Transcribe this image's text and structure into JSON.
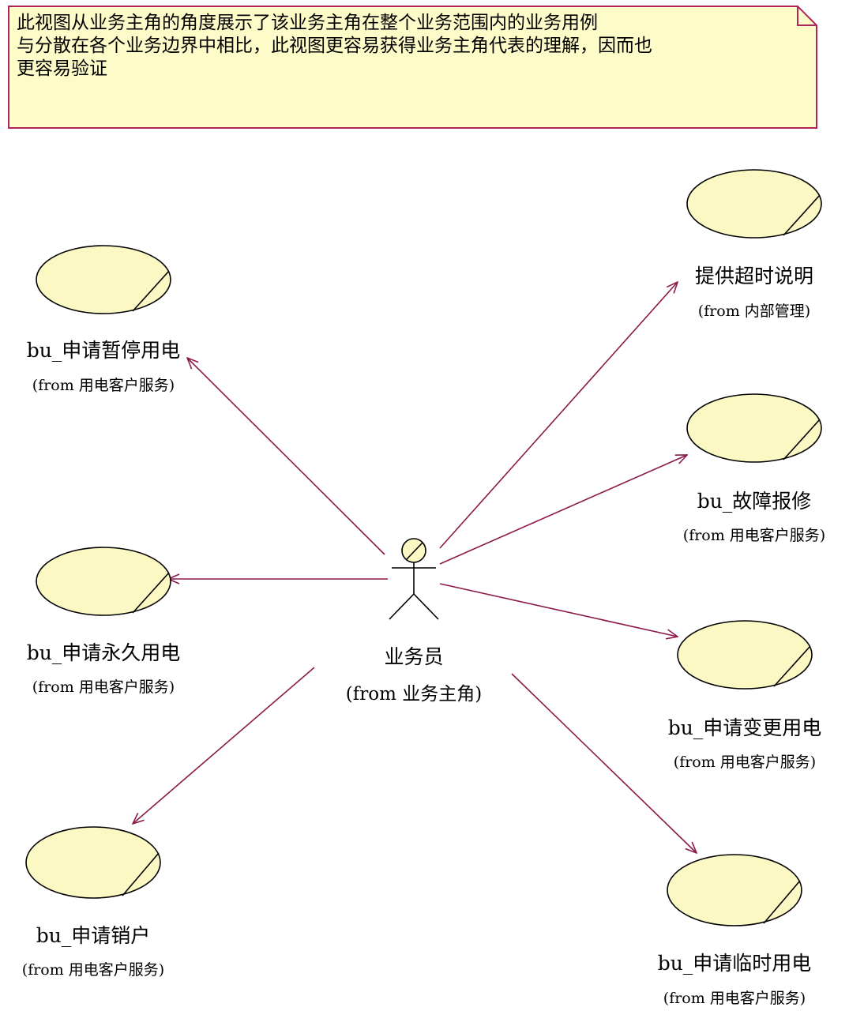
{
  "note": {
    "lines": [
      "此视图从业务主角的角度展示了该业务主角在整个业务范围内的业务用例",
      "与分散在各个业务边界中相比，此视图更容易获得业务主角代表的理解，因而也",
      "更容易验证"
    ]
  },
  "actor": {
    "name": "业务员",
    "from": "(from 业务主角)"
  },
  "use_cases": [
    {
      "name": "提供超时说明",
      "from": "(from 内部管理)"
    },
    {
      "name": "bu_申请暂停用电",
      "from": "(from 用电客户服务)"
    },
    {
      "name": "bu_故障报修",
      "from": "(from 用电客户服务)"
    },
    {
      "name": "bu_申请永久用电",
      "from": "(from 用电客户服务)"
    },
    {
      "name": "bu_申请变更用电",
      "from": "(from 用电客户服务)"
    },
    {
      "name": "bu_申请销户",
      "from": "(from 用电客户服务)"
    },
    {
      "name": "bu_申请临时用电",
      "from": "(from 用电客户服务)"
    }
  ],
  "colors": {
    "note_fill": "#fdfcc8",
    "note_border": "#b0245e",
    "usecase_fill": "#fbf8c4",
    "outline": "#000000",
    "association": "#8b1a4a"
  }
}
